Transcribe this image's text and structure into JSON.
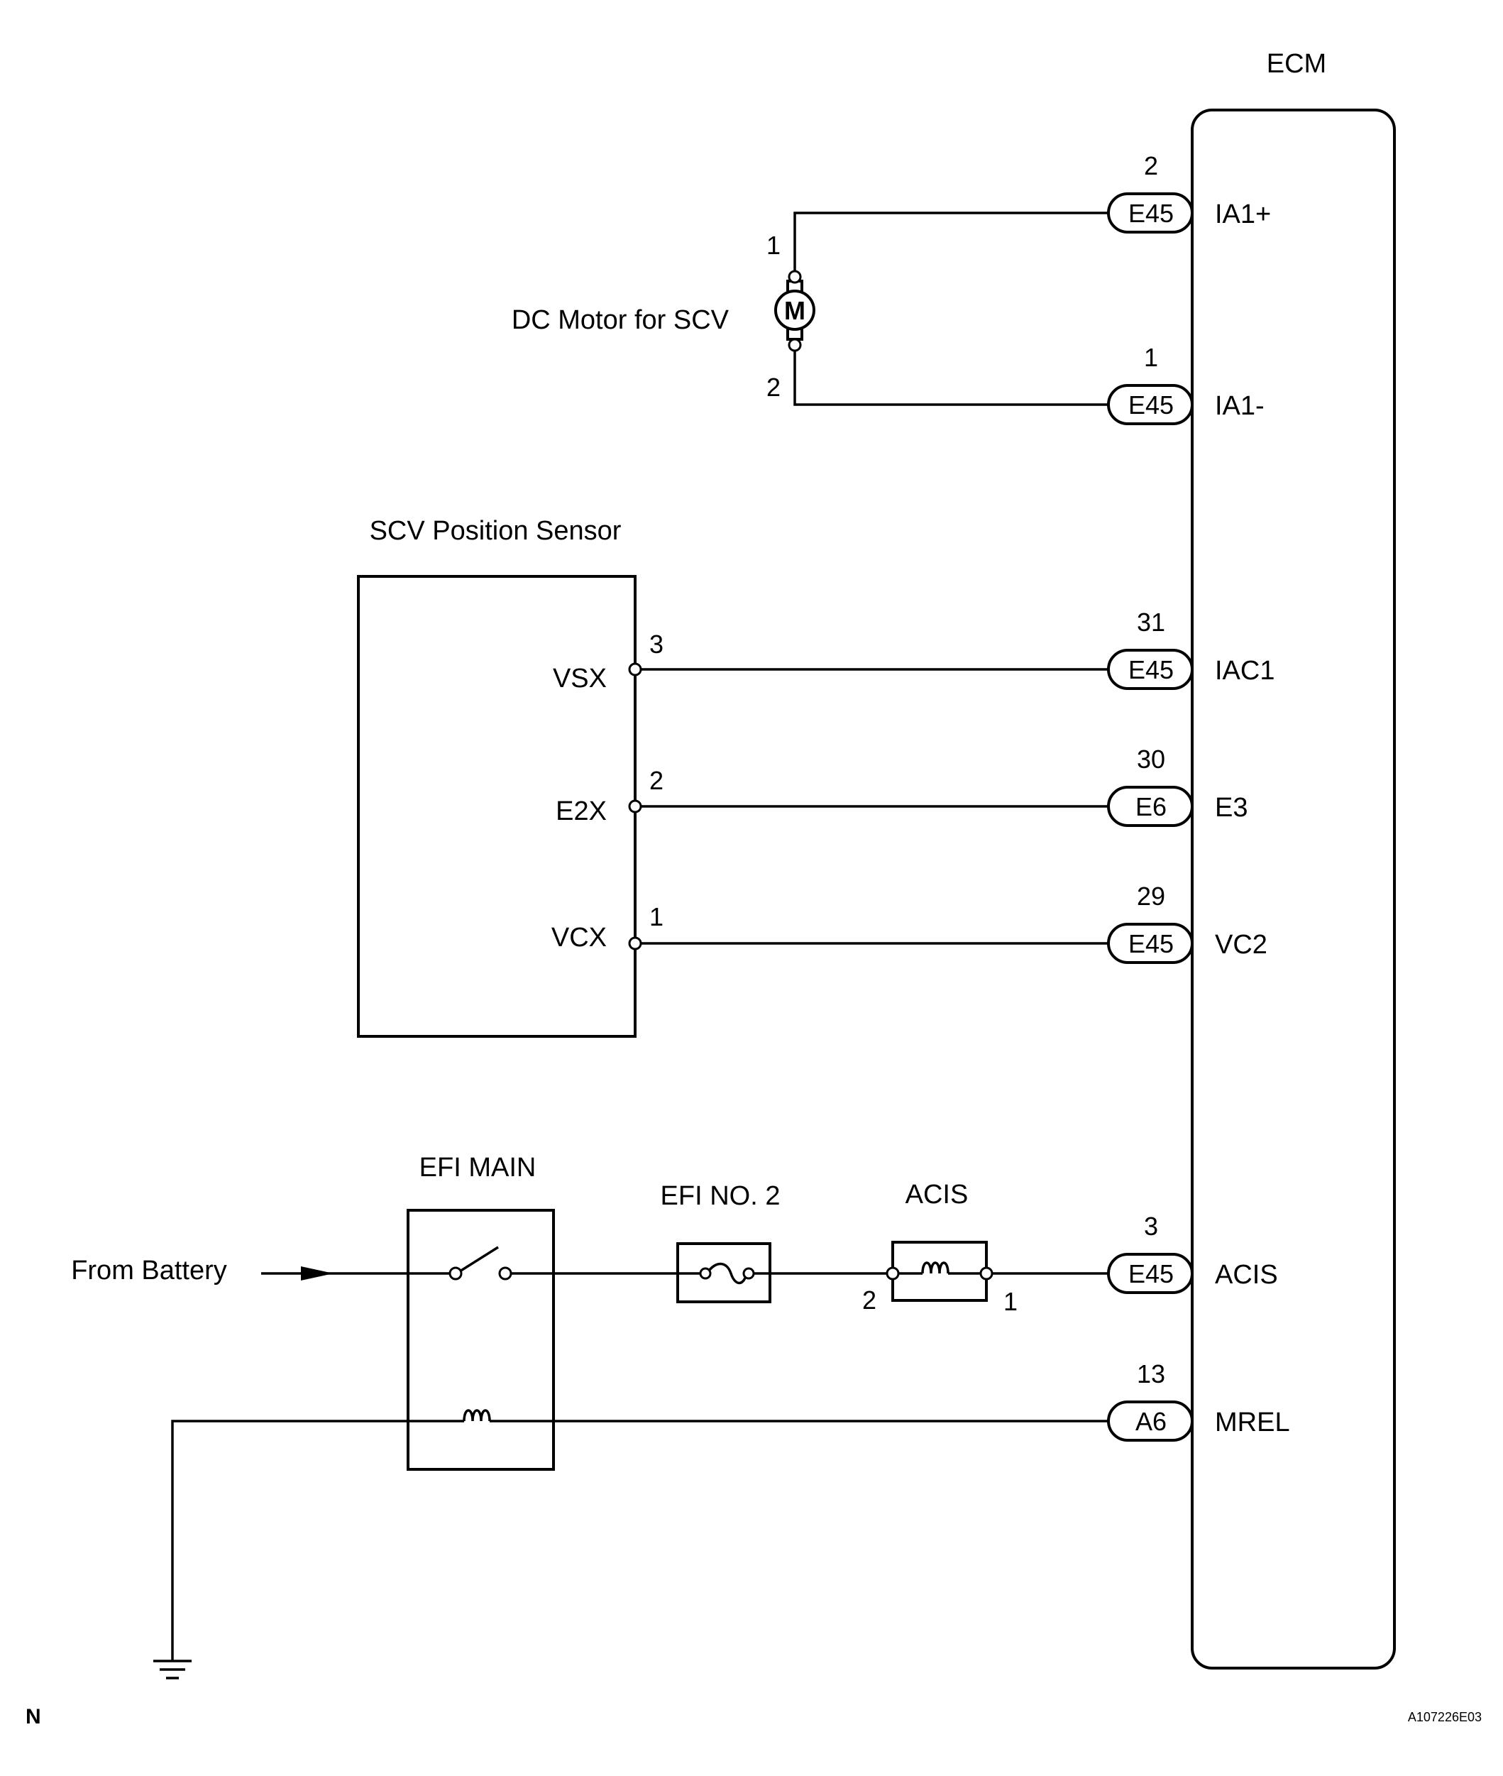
{
  "ecm": {
    "title": "ECM"
  },
  "dc_motor": {
    "label": "DC Motor for SCV",
    "symbol": "M",
    "pin_top": "1",
    "pin_bottom": "2"
  },
  "scv_sensor": {
    "title": "SCV Position Sensor",
    "terminals": [
      {
        "label": "VSX",
        "pin": "3"
      },
      {
        "label": "E2X",
        "pin": "2"
      },
      {
        "label": "VCX",
        "pin": "1"
      }
    ]
  },
  "ecm_pins": [
    {
      "pin": "2",
      "connector": "E45",
      "signal": "IA1+"
    },
    {
      "pin": "1",
      "connector": "E45",
      "signal": "IA1-"
    },
    {
      "pin": "31",
      "connector": "E45",
      "signal": "IAC1"
    },
    {
      "pin": "30",
      "connector": "E6",
      "signal": "E3"
    },
    {
      "pin": "29",
      "connector": "E45",
      "signal": "VC2"
    },
    {
      "pin": "3",
      "connector": "E45",
      "signal": "ACIS"
    },
    {
      "pin": "13",
      "connector": "A6",
      "signal": "MREL"
    }
  ],
  "power": {
    "source": "From Battery",
    "relay": "EFI MAIN",
    "fuse": "EFI NO. 2",
    "acis_vsv": {
      "label": "ACIS",
      "pin_left": "2",
      "pin_right": "1"
    }
  },
  "footer": {
    "corner_mark": "N",
    "ref_code": "A107226E03"
  }
}
